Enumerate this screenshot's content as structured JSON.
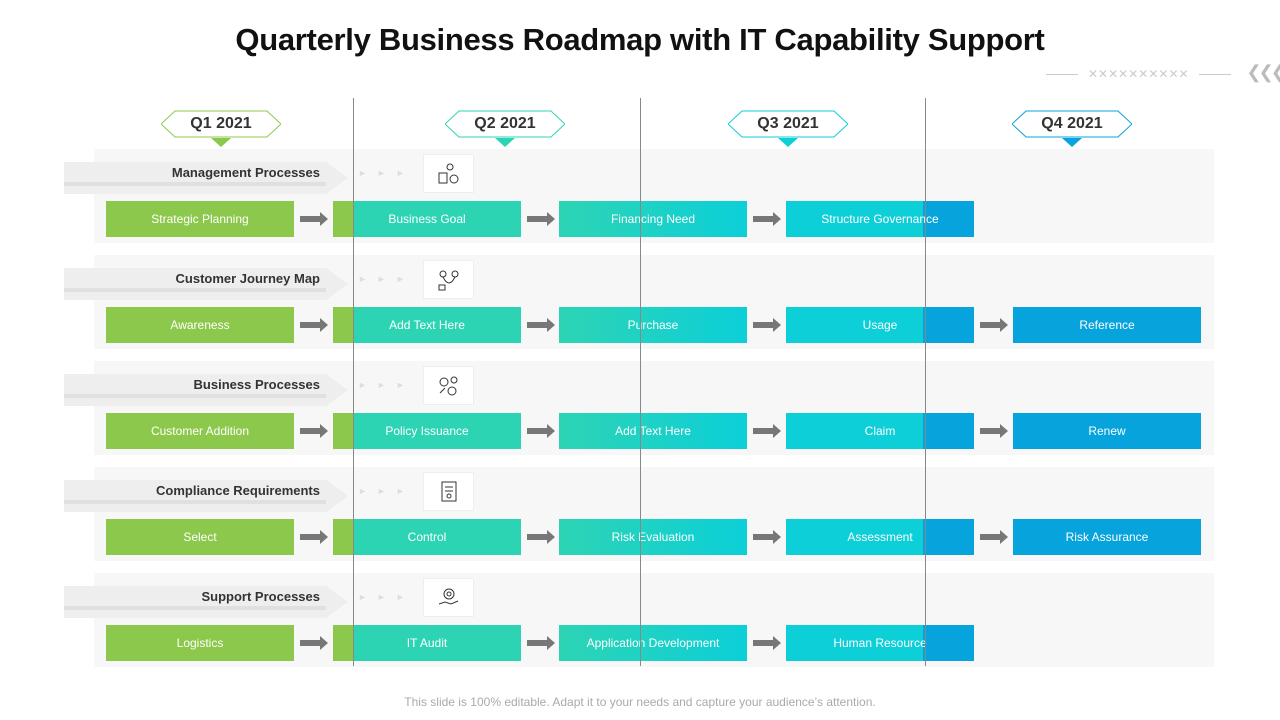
{
  "title": "Quarterly Business Roadmap with IT Capability Support",
  "quarters": [
    {
      "label": "Q1 2021",
      "color": "#8cc84b"
    },
    {
      "label": "Q2 2021",
      "color": "#2dd4b4"
    },
    {
      "label": "Q3 2021",
      "color": "#0ccfd8"
    },
    {
      "label": "Q4 2021",
      "color": "#06a3dc"
    }
  ],
  "rows": [
    {
      "label": "Management Processes",
      "icon": "manager-settings-icon",
      "items": [
        "Strategic Planning",
        "Business Goal",
        "Financing Need",
        "Structure Governance",
        null
      ]
    },
    {
      "label": "Customer  Journey Map",
      "icon": "journey-map-icon",
      "items": [
        "Awareness",
        "Add Text Here",
        "Purchase",
        "Usage",
        "Reference"
      ]
    },
    {
      "label": "Business  Processes",
      "icon": "process-gears-icon",
      "items": [
        "Customer Addition",
        "Policy Issuance",
        "Add Text Here",
        "Claim",
        "Renew"
      ]
    },
    {
      "label": "Compliance Requirements",
      "icon": "document-certificate-icon",
      "items": [
        "Select",
        "Control",
        "Risk Evaluation",
        "Assessment",
        "Risk Assurance"
      ]
    },
    {
      "label": "Support Processes",
      "icon": "hand-gear-icon",
      "items": [
        "Logistics",
        "IT Audit",
        "Application Development",
        "Human Resource",
        null
      ]
    }
  ],
  "footer": "This slide is 100% editable. Adapt it to your needs and capture your audience’s attention."
}
